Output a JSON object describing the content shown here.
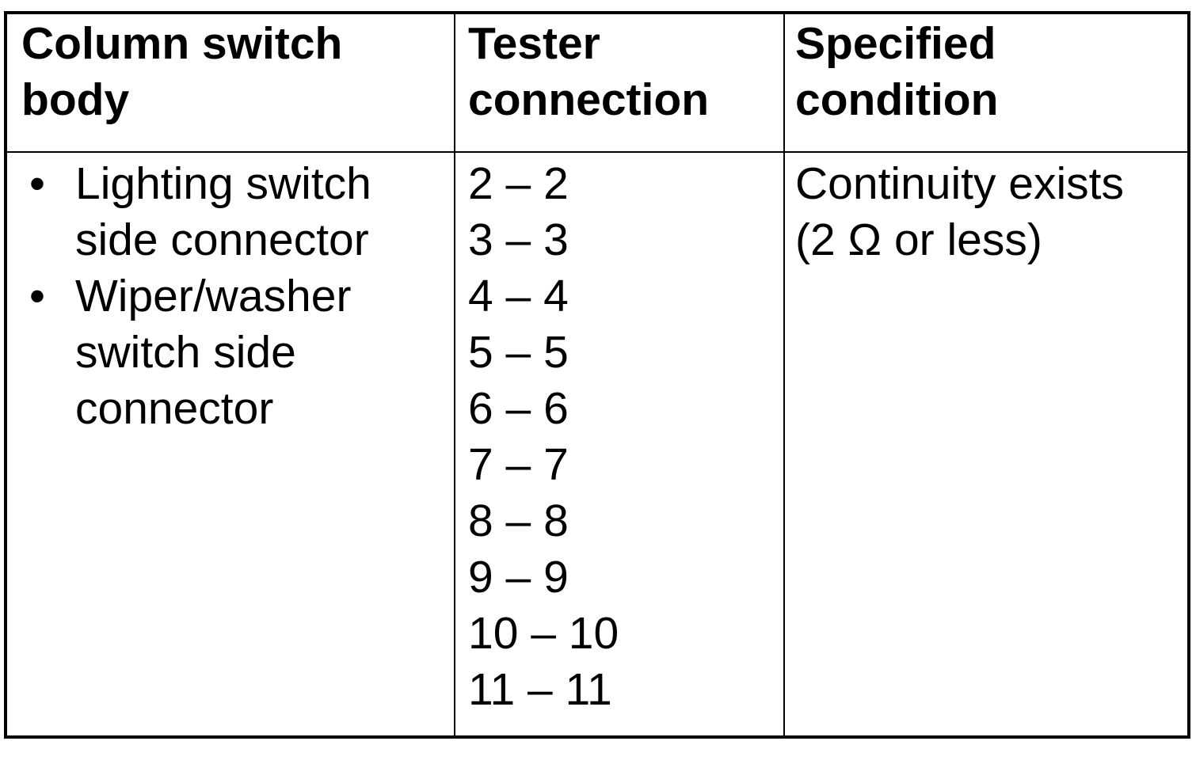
{
  "table": {
    "headers": [
      {
        "label": "Column switch\nbody"
      },
      {
        "label": "Tester\nconnection"
      },
      {
        "label": "Specified\ncondition"
      }
    ],
    "body": {
      "column_switch_body_items": [
        "Lighting switch\nside connector",
        "Wiper/washer\nswitch side\nconnector"
      ],
      "tester_connections": [
        "2 – 2",
        "3 – 3",
        "4 – 4",
        "5 – 5",
        "6 – 6",
        "7 – 7",
        "8 – 8",
        "9 – 9",
        "10 – 10",
        "11 – 11"
      ],
      "specified_condition": "Continuity exists\n(2 Ω or less)"
    }
  },
  "colors": {
    "text": "#000000",
    "border": "#000000",
    "background": "#ffffff"
  }
}
